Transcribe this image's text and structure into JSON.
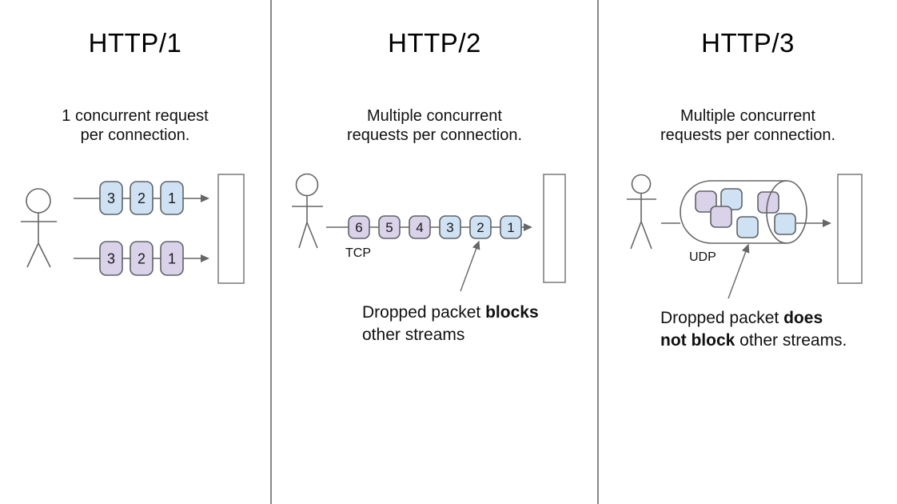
{
  "diagram": {
    "columns": [
      {
        "key": "http1",
        "title": "HTTP/1",
        "subtitle": "1 concurrent request\nper connection.",
        "rows": [
          {
            "color": "blue",
            "labels": [
              "3",
              "2",
              "1"
            ]
          },
          {
            "color": "purple",
            "labels": [
              "3",
              "2",
              "1"
            ]
          }
        ]
      },
      {
        "key": "http2",
        "title": "HTTP/2",
        "subtitle": "Multiple concurrent\nrequests per connection.",
        "transport_label": "TCP",
        "packets": [
          {
            "label": "6",
            "color": "purple"
          },
          {
            "label": "5",
            "color": "purple"
          },
          {
            "label": "4",
            "color": "purple"
          },
          {
            "label": "3",
            "color": "blue"
          },
          {
            "label": "2",
            "color": "blue"
          },
          {
            "label": "1",
            "color": "blue"
          }
        ],
        "annotation": {
          "line1_normal": "Dropped packet ",
          "line1_bold": "blocks",
          "line2_bold": "",
          "line2_normal": "other streams"
        }
      },
      {
        "key": "http3",
        "title": "HTTP/3",
        "subtitle": "Multiple concurrent\nrequests per connection.",
        "transport_label": "UDP",
        "packets": [
          {
            "color": "purple"
          },
          {
            "color": "blue"
          },
          {
            "color": "purple"
          },
          {
            "color": "blue"
          },
          {
            "color": "purple"
          },
          {
            "color": "blue"
          }
        ],
        "annotation": {
          "line1_normal": "Dropped packet ",
          "line1_bold": "does",
          "line2_bold": "not block",
          "line2_normal": " other streams."
        }
      }
    ],
    "colors": {
      "packet_blue": "#cfe2f3",
      "packet_purple": "#d9d2e9",
      "stroke": "#666666",
      "divider": "#7a7a7a"
    }
  }
}
